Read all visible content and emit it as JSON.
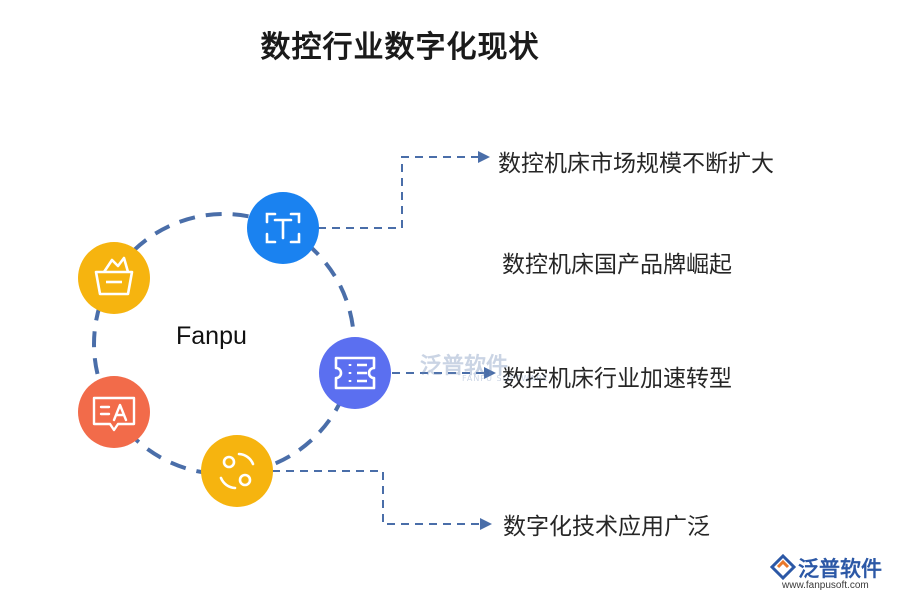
{
  "title": "数控行业数字化现状",
  "center_label": "Fanpu",
  "items": [
    {
      "label": "数控机床市场规模不断扩大"
    },
    {
      "label": "数控机床国产品牌崛起"
    },
    {
      "label": "数控机床行业加速转型"
    },
    {
      "label": "数字化技术应用广泛"
    }
  ],
  "nodes": [
    {
      "icon": "text-t-icon",
      "color": "#1a82f0"
    },
    {
      "icon": "basket-icon",
      "color": "#f6b40f"
    },
    {
      "icon": "list-ticket-icon",
      "color": "#5b6ff0"
    },
    {
      "icon": "translate-icon",
      "color": "#f26b4a"
    },
    {
      "icon": "cycle-icon",
      "color": "#f6b40f"
    }
  ],
  "colors": {
    "dash_line": "#4a6ea9",
    "circle_dash": "#4a6ea9"
  },
  "watermark": {
    "text": "泛普软件",
    "sub": "FANPU SOFTWARE"
  },
  "logo": {
    "text": "泛普软件",
    "url": "www.fanpusoft.com"
  }
}
